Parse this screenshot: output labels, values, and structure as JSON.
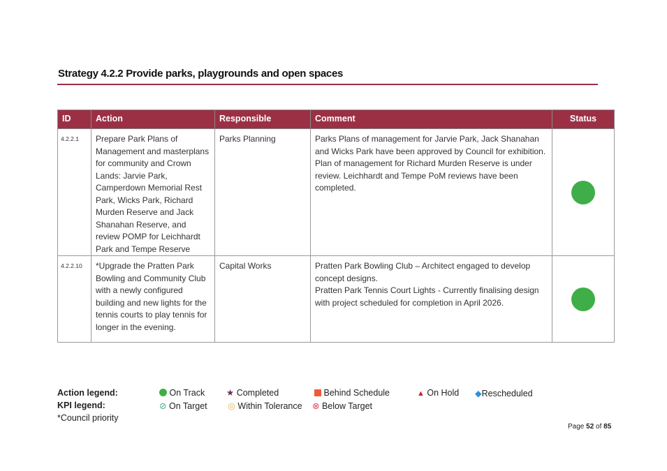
{
  "title": "Strategy 4.2.2 Provide parks, playgrounds and open spaces",
  "table": {
    "headers": {
      "id": "ID",
      "action": "Action",
      "responsible": "Responsible",
      "comment": "Comment",
      "status": "Status"
    },
    "rows": [
      {
        "id": "4.2.2.1",
        "action": "Prepare Park Plans of Management and masterplans for community and Crown Lands: Jarvie Park, Camperdown Memorial Rest Park, Wicks Park, Richard Murden Reserve and Jack Shanahan Reserve, and review POMP for Leichhardt Park and Tempe Reserve",
        "responsible": "Parks Planning",
        "comment": "Parks Plans of management for Jarvie Park, Jack Shanahan and Wicks Park have been approved by Council for exhibition. Plan of management for Richard Murden Reserve is under review. Leichhardt and Tempe PoM reviews have been completed.",
        "status": "On Track"
      },
      {
        "id": "4.2.2.10",
        "action": "*Upgrade the Pratten Park Bowling and Community Club with a newly configured building and new lights for the tennis courts to play tennis for longer in the evening.",
        "responsible": "Capital Works",
        "comment1": "Pratten Park Bowling Club – Architect engaged to develop concept designs.",
        "comment2": "Pratten Park Tennis Court Lights - Currently finalising design with project scheduled for completion in April 2026.",
        "status": "On Track"
      }
    ]
  },
  "legend": {
    "action_label": "Action legend:",
    "kpi_label": "KPI legend:",
    "note": "*Council priority",
    "on_track": "On Track",
    "completed": "Completed",
    "behind": "Behind Schedule",
    "on_hold": "On Hold",
    "rescheduled": "Rescheduled",
    "on_target": "On Target",
    "within": "Within Tolerance",
    "below": "Below Target"
  },
  "colors": {
    "brand": "#9b3045",
    "on_track": "#3fae49"
  },
  "page": {
    "prefix": "Page ",
    "current": "52",
    "sep": " of ",
    "total": "85"
  }
}
